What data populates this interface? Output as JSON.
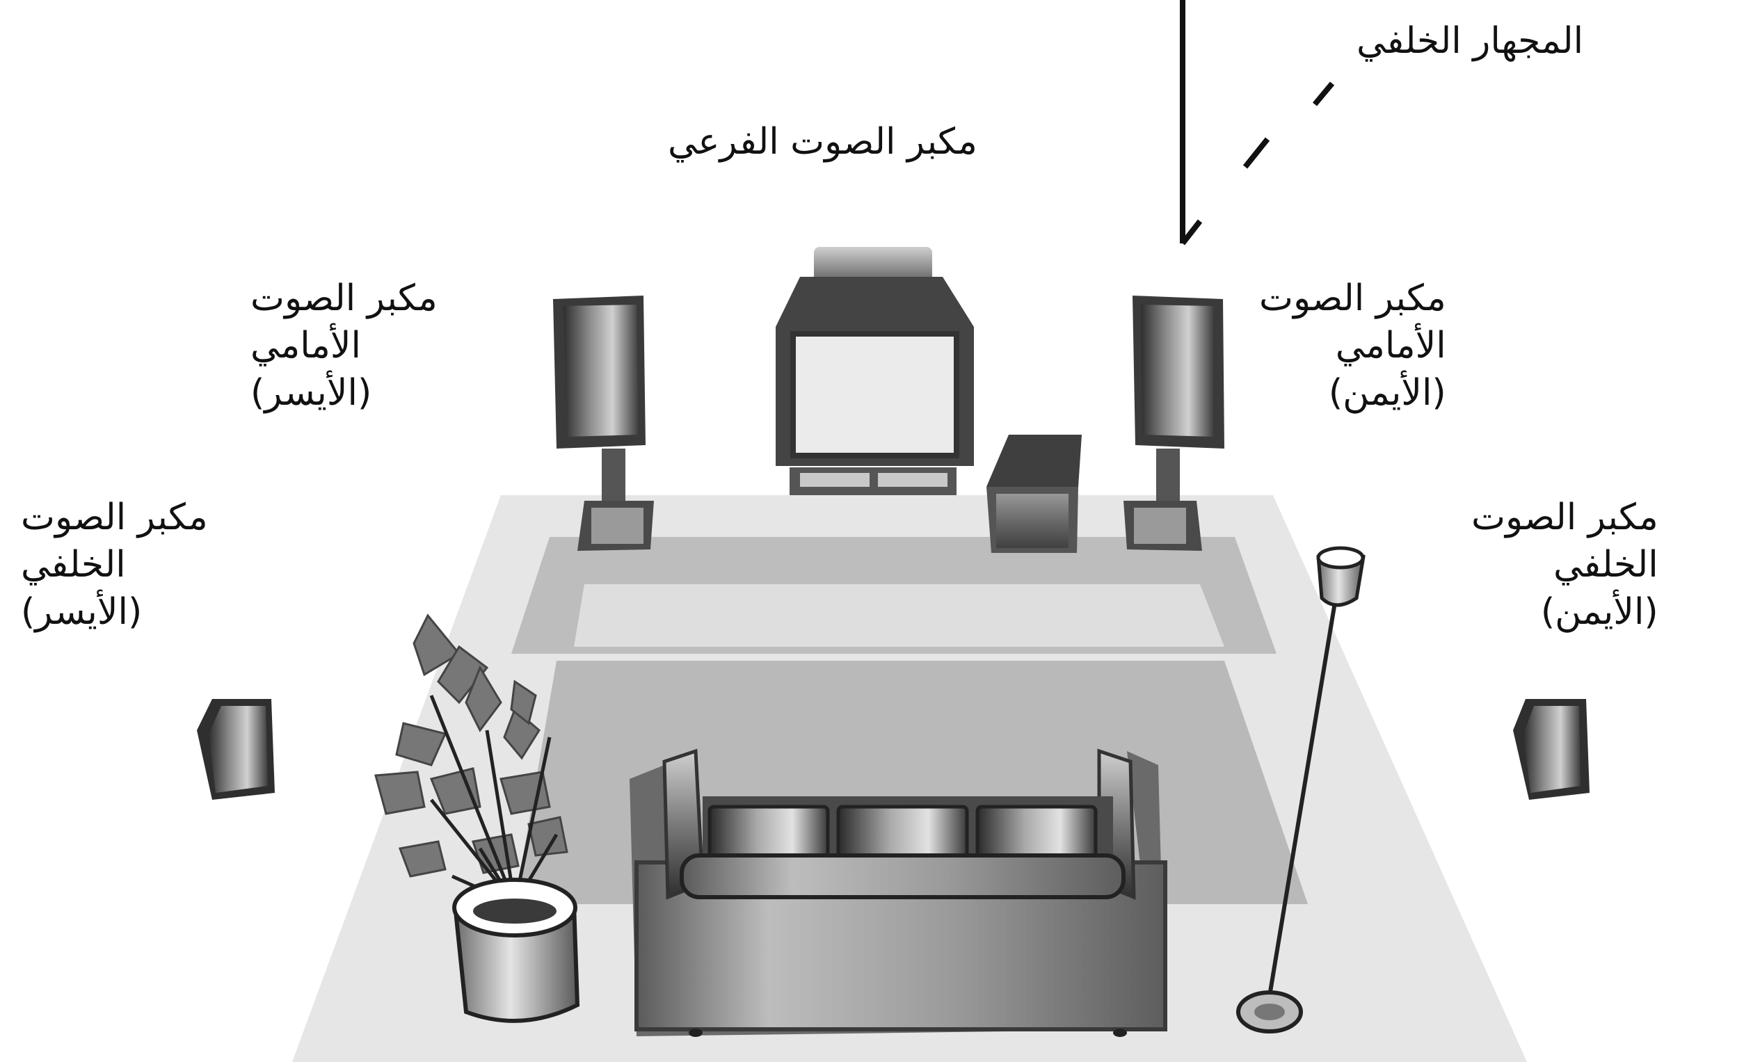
{
  "labels": {
    "rear_device": "المجهار الخلفي",
    "subwoofer": "مكبر الصوت الفرعي",
    "front_left": {
      "line1": "مكبر الصوت",
      "line2": "الأمامي",
      "line3": "(الأيسر)"
    },
    "front_right": {
      "line1": "مكبر الصوت",
      "line2": "الأمامي",
      "line3": "(الأيمن)"
    },
    "rear_left": {
      "line1": "مكبر الصوت",
      "line2": "الخلفي",
      "line3": "(الأيسر)"
    },
    "rear_right": {
      "line1": "مكبر الصوت",
      "line2": "الخلفي",
      "line3": "(الأيمن)"
    }
  },
  "colors": {
    "floor": "#e6e6e6",
    "carpet": "#bcbcbc",
    "carpet_inner": "#dedede",
    "device_dark": "#4a4a4a",
    "screen": "#e9e9e9"
  }
}
